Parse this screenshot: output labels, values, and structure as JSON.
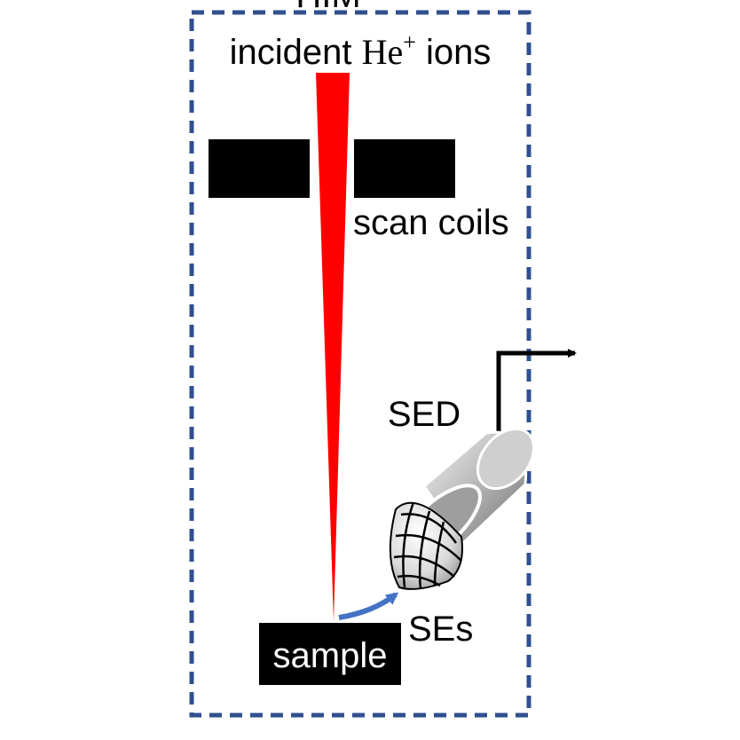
{
  "title_partial": "HIM",
  "labels": {
    "incident_prefix": "incident ",
    "incident_he": "He",
    "incident_sup": "+",
    "incident_suffix": " ions",
    "scan_coils": "scan coils",
    "sed": "SED",
    "ses": "SEs",
    "sample": "sample"
  },
  "colors": {
    "frame": "#2f4f8f",
    "beam": "#ff0000",
    "block": "#000000",
    "se_arrow": "#4472c4"
  }
}
